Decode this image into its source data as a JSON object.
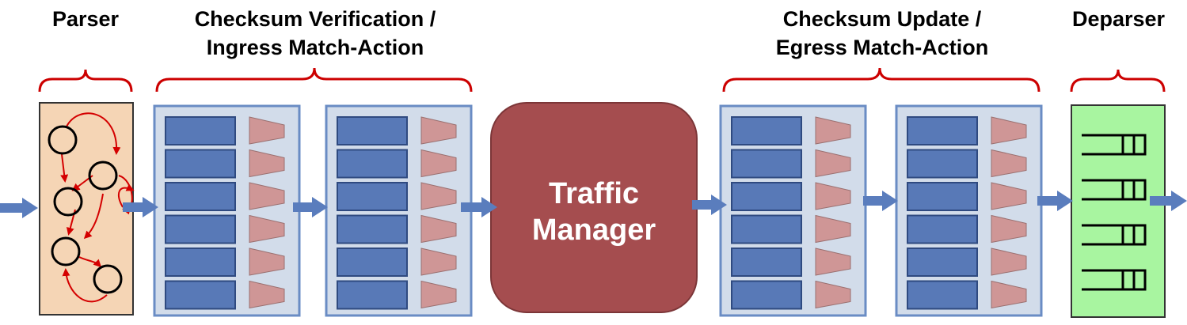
{
  "labels": {
    "parser": "Parser",
    "ingress_line1": "Checksum Verification /",
    "ingress_line2": "Ingress Match-Action",
    "egress_line1": "Checksum Update /",
    "egress_line2": "Egress Match-Action",
    "deparser": "Deparser"
  },
  "traffic_manager": {
    "line1": "Traffic",
    "line2": "Manager"
  },
  "colors": {
    "arrow": "#5a7dbd",
    "bracket": "#cc0000",
    "parser_fill": "#f5d5b5",
    "stage_fill": "#d2dcea",
    "stage_border": "#6a8cc4",
    "table_fill": "#5879b7",
    "action_fill": "#cf9696",
    "tm_fill": "#a54d4f",
    "deparser_fill": "#a8f5a0"
  }
}
